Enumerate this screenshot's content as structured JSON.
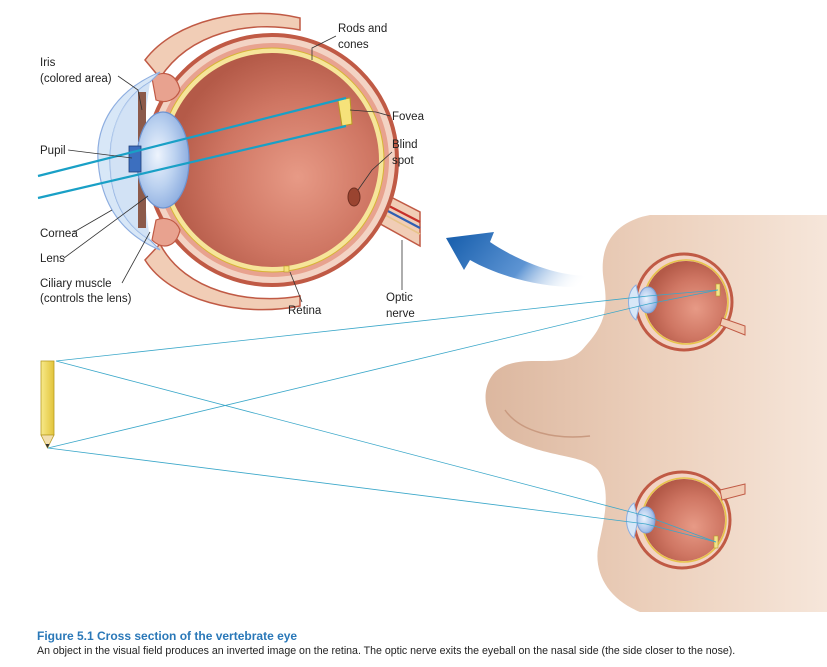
{
  "labels": {
    "iris_1": "Iris",
    "iris_2": "(colored area)",
    "pupil": "Pupil",
    "cornea": "Cornea",
    "lens": "Lens",
    "ciliary_1": "Ciliary muscle",
    "ciliary_2": "(controls the lens)",
    "rods_1": "Rods and",
    "rods_2": "cones",
    "fovea": "Fovea",
    "blind_1": "Blind",
    "blind_2": "spot",
    "retina": "Retina",
    "optic_1": "Optic",
    "optic_2": "nerve"
  },
  "caption": {
    "title": "Figure 5.1  Cross section of the vertebrate eye",
    "text": "An object in the visual field produces an inverted image on the retina. The optic nerve exits the eyeball on the nasal side (the side closer to the nose)."
  },
  "colors": {
    "eyeball": "#c96a55",
    "sclera": "#f3d3c4",
    "retina_line": "#e7c34a",
    "lens": "#b9d1f1",
    "cornea": "#d8e7f7",
    "skin": "#e8c9b4",
    "arrow": "#1d63b0",
    "ray": "#19a0c6",
    "pencil": "#f1dc5e",
    "caption_title": "#2a78b8"
  }
}
